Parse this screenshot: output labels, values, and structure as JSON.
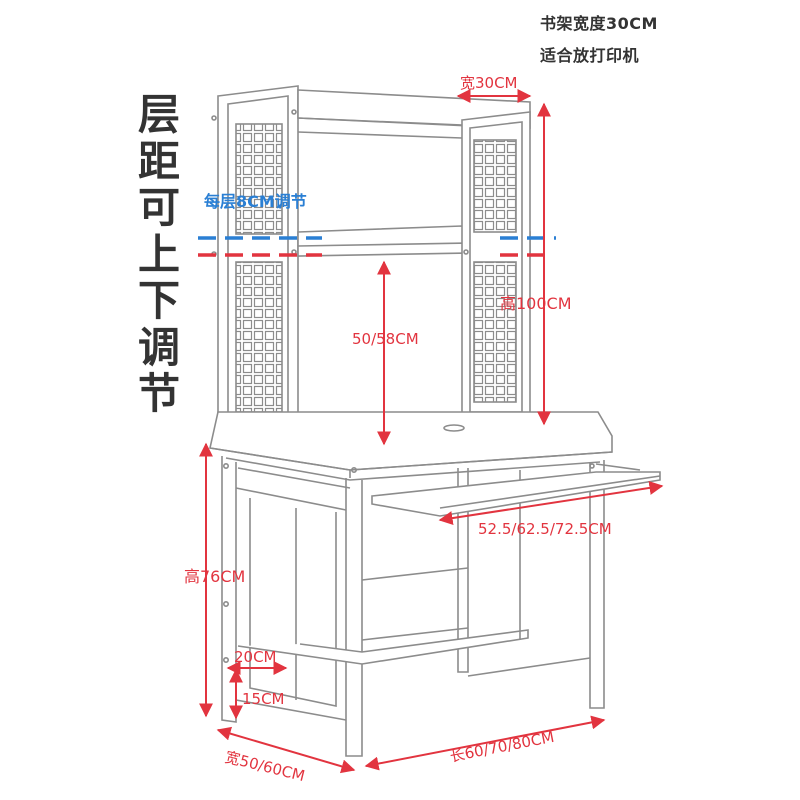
{
  "note": {
    "line1": "书架宽度30CM",
    "line2": "适合放打印机"
  },
  "side_title_chars": [
    "层",
    "距",
    "可",
    "上",
    "下",
    "调",
    "节"
  ],
  "labels": {
    "shelf_adjust": "每层8CM调节",
    "shelf_depth": "宽30CM",
    "total_height": "高100CM",
    "hutch_gap": "50/58CM",
    "keyboard_tray": "52.5/62.5/72.5CM",
    "desk_height": "高76CM",
    "bottom_shelf_gap": "20CM",
    "foot_clearance": "15CM",
    "depth": "宽50/60CM",
    "length": "长60/70/80CM"
  },
  "colors": {
    "dimension": "#e2343f",
    "adjust": "#2a7fd4",
    "outline": "#8c8c8c",
    "text": "#333333"
  }
}
